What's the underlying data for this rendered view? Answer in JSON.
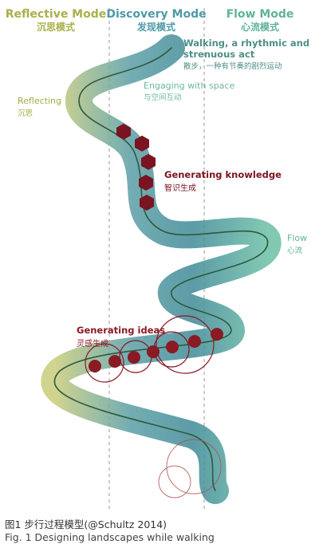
{
  "modes": [
    {
      "en": "Reflective Mode",
      "zh": "沉思模式",
      "color": "#a8b04a"
    },
    {
      "en": "Discovery Mode",
      "zh": "发现模式",
      "color": "#4f9aa8"
    },
    {
      "en": "Flow Mode",
      "zh": "心流模式",
      "color": "#5fb39a"
    }
  ],
  "labels": {
    "walking_en_1": "Walking, a rhythmic and",
    "walking_en_2": "strenuous act",
    "walking_zh": "散步，一种有节奏的剧烈运动",
    "engaging_en": "Engaging with space",
    "engaging_zh": "与空间互动",
    "reflecting_en": "Reflecting",
    "reflecting_zh": "沉思",
    "knowledge_en": "Generating knowledge",
    "knowledge_zh": "智识生成",
    "flow_en": "Flow",
    "flow_zh": "心流",
    "ideas_en": "Generating ideas",
    "ideas_zh": "灵感生成"
  },
  "caption": {
    "zh": "图1  步行过程模型(@Schultz 2014)",
    "en": "Fig. 1  Designing landscapes while walking"
  },
  "colors": {
    "reflective": "#a8b04a",
    "discovery": "#4f9aa8",
    "flow": "#5fb39a",
    "path_line": "#3c5a3c",
    "knowledge": "#7a1420",
    "ideas": "#8a1a24"
  }
}
